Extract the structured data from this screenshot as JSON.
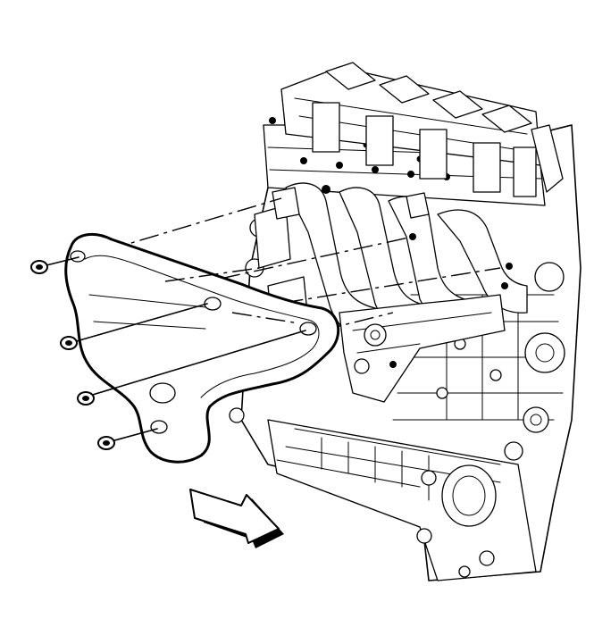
{
  "diagram": {
    "parts": [
      {
        "name": "engine-block",
        "icon": "engine-illustration"
      },
      {
        "name": "exhaust-manifold",
        "icon": "manifold-illustration"
      },
      {
        "name": "heat-shield",
        "icon": "heat-shield-illustration"
      },
      {
        "name": "fastener-nuts",
        "count": 4,
        "icon": "nut-icon"
      },
      {
        "name": "view-direction-arrow",
        "icon": "arrow-right-icon"
      }
    ]
  }
}
